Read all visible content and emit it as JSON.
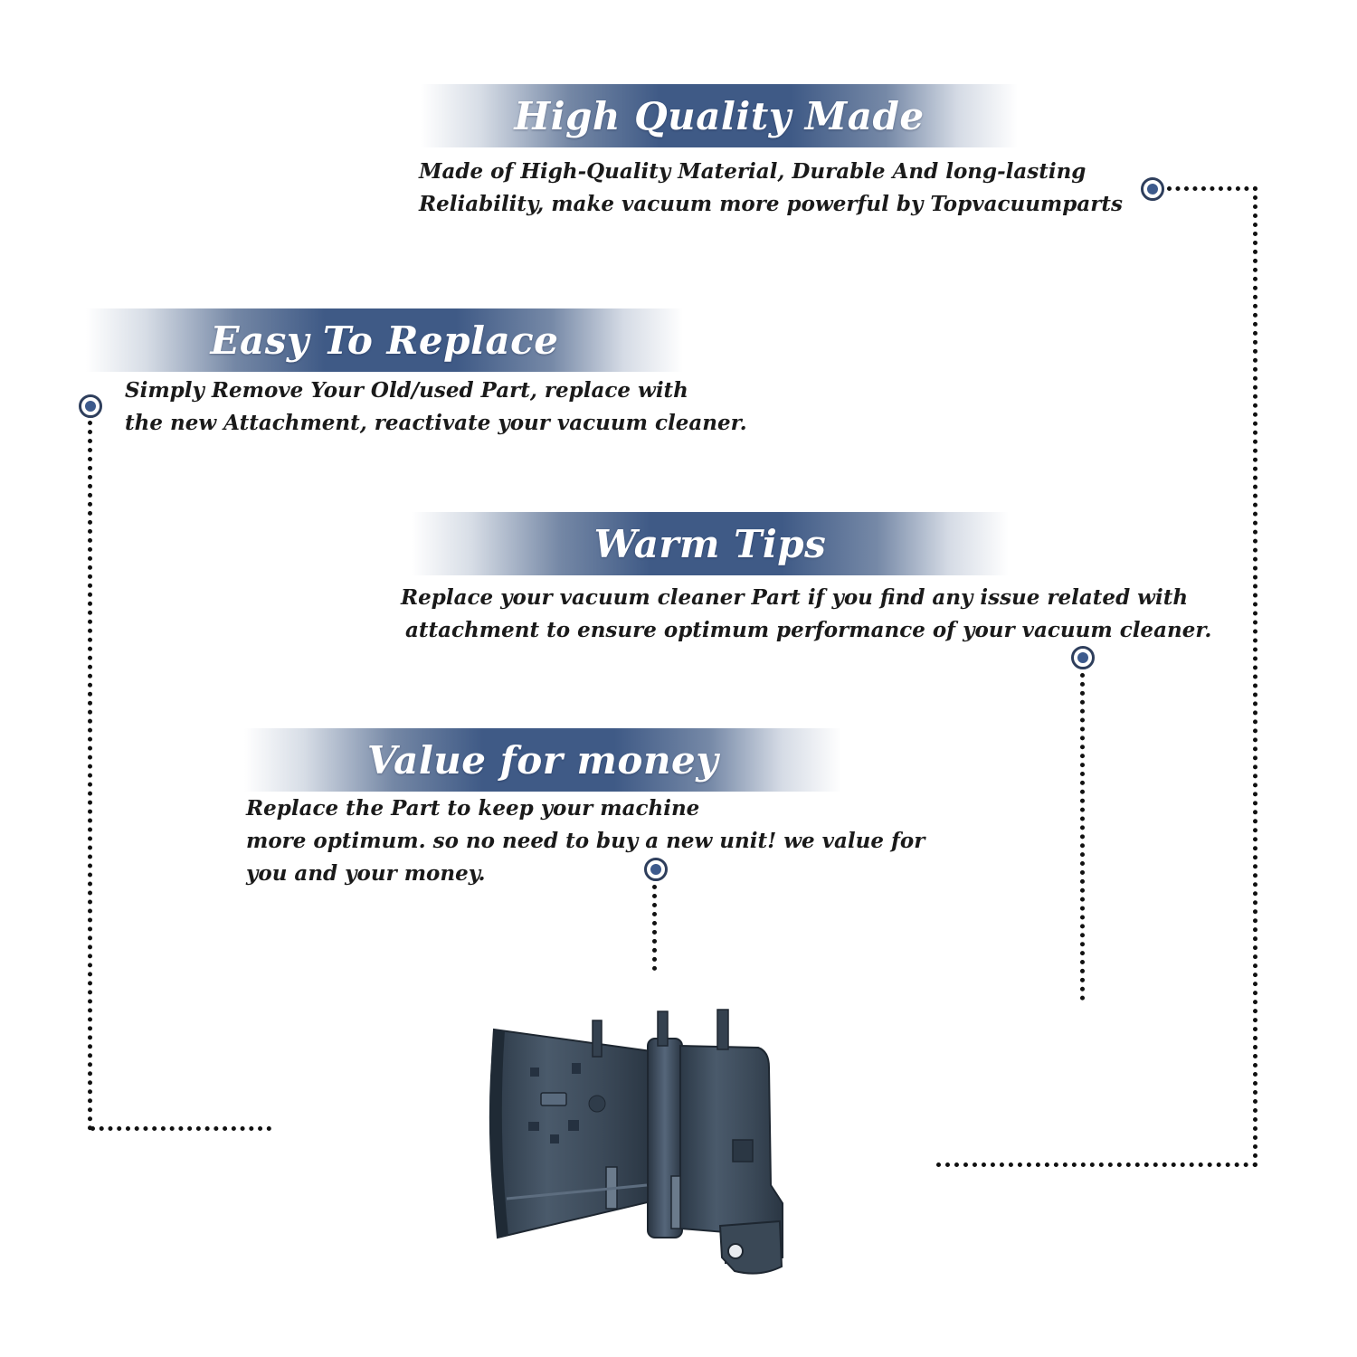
{
  "features": [
    {
      "title": "High Quality Made",
      "lines": [
        "Made of  High-Quality Material, Durable And long-lasting",
        "Reliability, make vacuum more powerful by Topvacuumparts"
      ]
    },
    {
      "title": "Easy To Replace",
      "lines": [
        "Simply Remove Your Old/used Part, replace with",
        "the new Attachment, reactivate your vacuum cleaner."
      ]
    },
    {
      "title": "Warm Tips",
      "lines": [
        "Replace your vacuum cleaner Part if you find any issue related with",
        "attachment to ensure optimum performance of your vacuum cleaner."
      ]
    },
    {
      "title": "Value for money",
      "lines": [
        "Replace the Part to keep your machine",
        "more optimum. so no need to buy a new unit! we value for",
        "you and your money."
      ]
    }
  ],
  "colors": {
    "banner_primary": "#3f5a86",
    "marker_fill": "#3d5a8c",
    "product_body": "#3c4a59"
  },
  "product_image": "vacuum-attachment-part"
}
